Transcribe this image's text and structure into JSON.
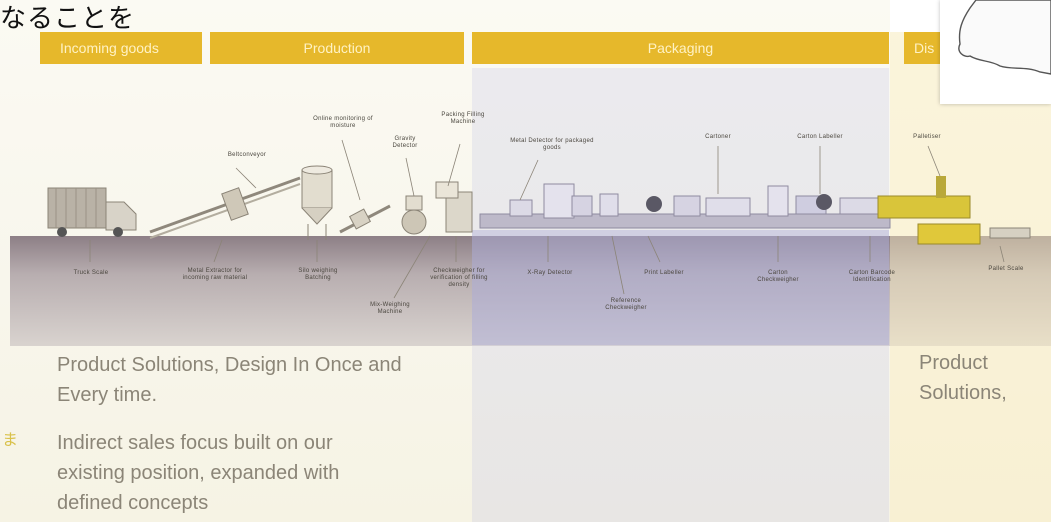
{
  "caption_jp": "なることを",
  "bands": {
    "incoming": "Incoming goods",
    "production": "Production",
    "packaging": "Packaging",
    "dispatch": "Dis"
  },
  "labels": {
    "truck_scale": "Truck Scale",
    "metal_extractor": "Metal Extractor for incoming raw material",
    "belt_conveyor": "Beltconveyor",
    "silo_weighing": "Silo weighing Batching",
    "inline_moisture": "Online monitoring of moisture",
    "gravity_detector": "Gravity Detector",
    "packing_filling": "Packing Filling Machine",
    "metal_detector_top": "Metal Detector for packaged goods",
    "checkweigher_filling": "Checkweigher for verification of filling density",
    "mixer": "Mix-Weighing Machine",
    "xray": "X-Ray Detector",
    "print_labeller": "Print Labeller",
    "reference_checkweigher": "Reference Checkweigher",
    "cartoning": "Cartoner",
    "carton_labeller": "Carton Labeller",
    "carton_checkweigher": "Carton Checkweigher",
    "carton_barcode": "Carton Barcode Identification",
    "palletiser": "Palletiser",
    "pallet_scale": "Pallet Scale"
  },
  "text": {
    "line1": "Product Solutions, Design In Once and",
    "line2": "Every time.",
    "line3": "Indirect sales focus built on our",
    "line4": "existing position, expanded with",
    "line5": "defined concepts",
    "right1": "Product",
    "right2": "Solutions,"
  },
  "side_glyph": "ま",
  "colors": {
    "band": "#e6b82b",
    "band_text": "#fff2c4",
    "body_text": "#8b8577",
    "packaging_overlay": "#c4c4e6"
  }
}
